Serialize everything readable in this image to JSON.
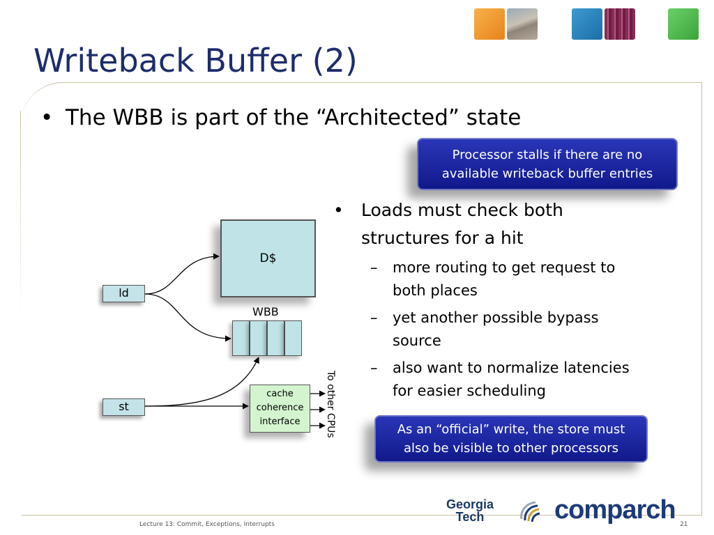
{
  "title": "Writeback Buffer (2)",
  "bullet_main": "The WBB is part of the “Architected” state",
  "callout_top": [
    "Processor stalls if there are no",
    "available writeback buffer entries"
  ],
  "right_list": {
    "main": [
      "Loads must check both",
      "structures for a hit"
    ],
    "subs": [
      [
        "more routing to get request to",
        "both places"
      ],
      [
        "yet another possible bypass",
        "source"
      ],
      [
        "also want to normalize latencies",
        "for easier scheduling"
      ]
    ]
  },
  "callout_bottom": [
    "As an “official” write, the store must",
    "also be visible to other processors"
  ],
  "diagram": {
    "cache": "D$",
    "wbb": "WBB",
    "ld": "ld",
    "st": "st",
    "coherence": [
      "cache",
      "coherence",
      "interface"
    ],
    "to_cpus": "To other CPUs"
  },
  "footer": "Lecture 13: Commit, Exceptions, Interrupts",
  "page_number": "21",
  "logos": {
    "gt": [
      "Georgia",
      "Tech"
    ],
    "comparch": "comparch"
  },
  "colors": {
    "title": "#1d2c6b",
    "callout": "#1a22a0",
    "cache_fill": "#bfe3e6",
    "coherence_fill": "#d3f4cf"
  }
}
